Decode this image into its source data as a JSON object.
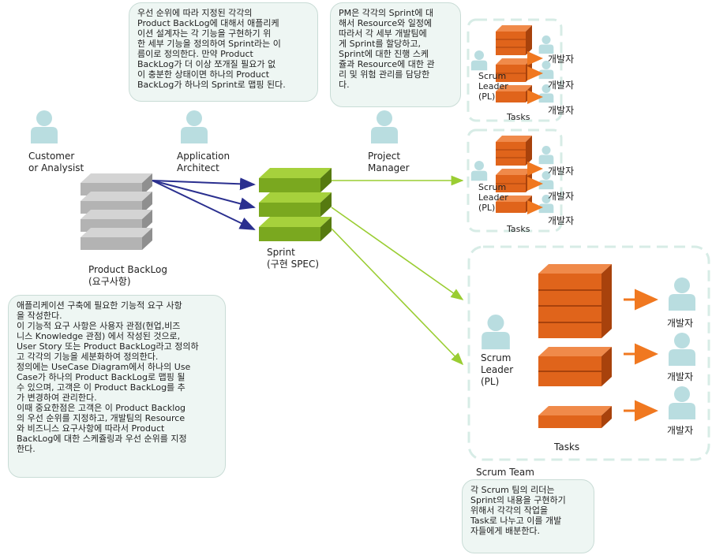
{
  "notes": {
    "sprint_mapping": "우선 순위에 따라 지정된 각각의\nProduct BackLog에 대해서 애플리케\n이션 설계자는 각 기능을 구현하기 위\n한 세부 기능을 정의하여 Sprint라는 이\n름이로 정의한다. 만약 Product\nBackLog가 더 이상 쪼개질 필요가 없\n이 충분한 상태이면 하나의 Product\nBackLog가 하나의 Sprint로 맵핑 된다.",
    "pm_role": "PM은 각각의 Sprint에 대\n해서 Resource와 일정에\n따라서 각 세부 개발팀에\n게 Sprint를 할당하고,\nSprint에 대한 진행 스케\n쥴과 Resource에 대한 관\n리 및 위험 관리를 담당한\n다.",
    "backlog_desc": "애플리케이션 구축에 필요한 기능적 요구 사항\n을 작성한다.\n이 기능적 요구 사항은 사용자 관점(현업,비즈\n니스 Knowledge 관점) 에서 작성된 것으로,\nUser Story 또는 Product BackLog라고 정의하\n고 각각의 기능을 세분화하여 정의한다.\n정의에는 UseCase Diagram에서 하나의 Use\nCase가 하나의 Product BackLog로 맵핑 될\n수 있으며, 고객은 이 Product BackLog를 추\n가 변경하여 관리한다.\n이때 중요한점은 고객은 이 Product Backlog\n의 우선 순위를 지정하고, 개발팀의 Resource\n와 비즈니스 요구사항에 따라서 Product\nBackLog에 대한 스케쥴링과 우선 순위를 지정\n한다.",
    "team_desc": "각 Scrum 팀의 리더는\nSprint의 내용을 구현하기\n위해서 각각의 작업을\nTask로 나누고 이를 개발\n자들에게 배분한다."
  },
  "actors": {
    "customer": "Customer\nor Analysist",
    "architect": "Application\nArchitect",
    "pm": "Project\nManager"
  },
  "labels": {
    "backlog": "Product BackLog\n(요구사항)",
    "sprint": "Sprint\n(구현 SPEC)",
    "scrum_team": "Scrum Team"
  },
  "teams": [
    {
      "leader": "Scrum\nLeader\n(PL)",
      "tasks": "Tasks",
      "developers": [
        "개발자",
        "개발자",
        "개발자"
      ]
    },
    {
      "leader": "Scrum\nLeader\n(PL)",
      "tasks": "Tasks",
      "developers": [
        "개발자",
        "개발자",
        "개발자"
      ]
    },
    {
      "leader": "Scrum\nLeader\n(PL)",
      "tasks": "Tasks",
      "developers": [
        "개발자",
        "개발자",
        "개발자"
      ]
    }
  ],
  "colors": {
    "person": "#b9dde0",
    "gray_block": "#b3b3b3",
    "green_block": "#7aa81f",
    "orange_block": "#e0641b",
    "navy_arrow": "#2a2f8f",
    "green_arrow": "#9acd32",
    "orange_arrow": "#f07820",
    "dashed_border": "#d7ece6"
  }
}
